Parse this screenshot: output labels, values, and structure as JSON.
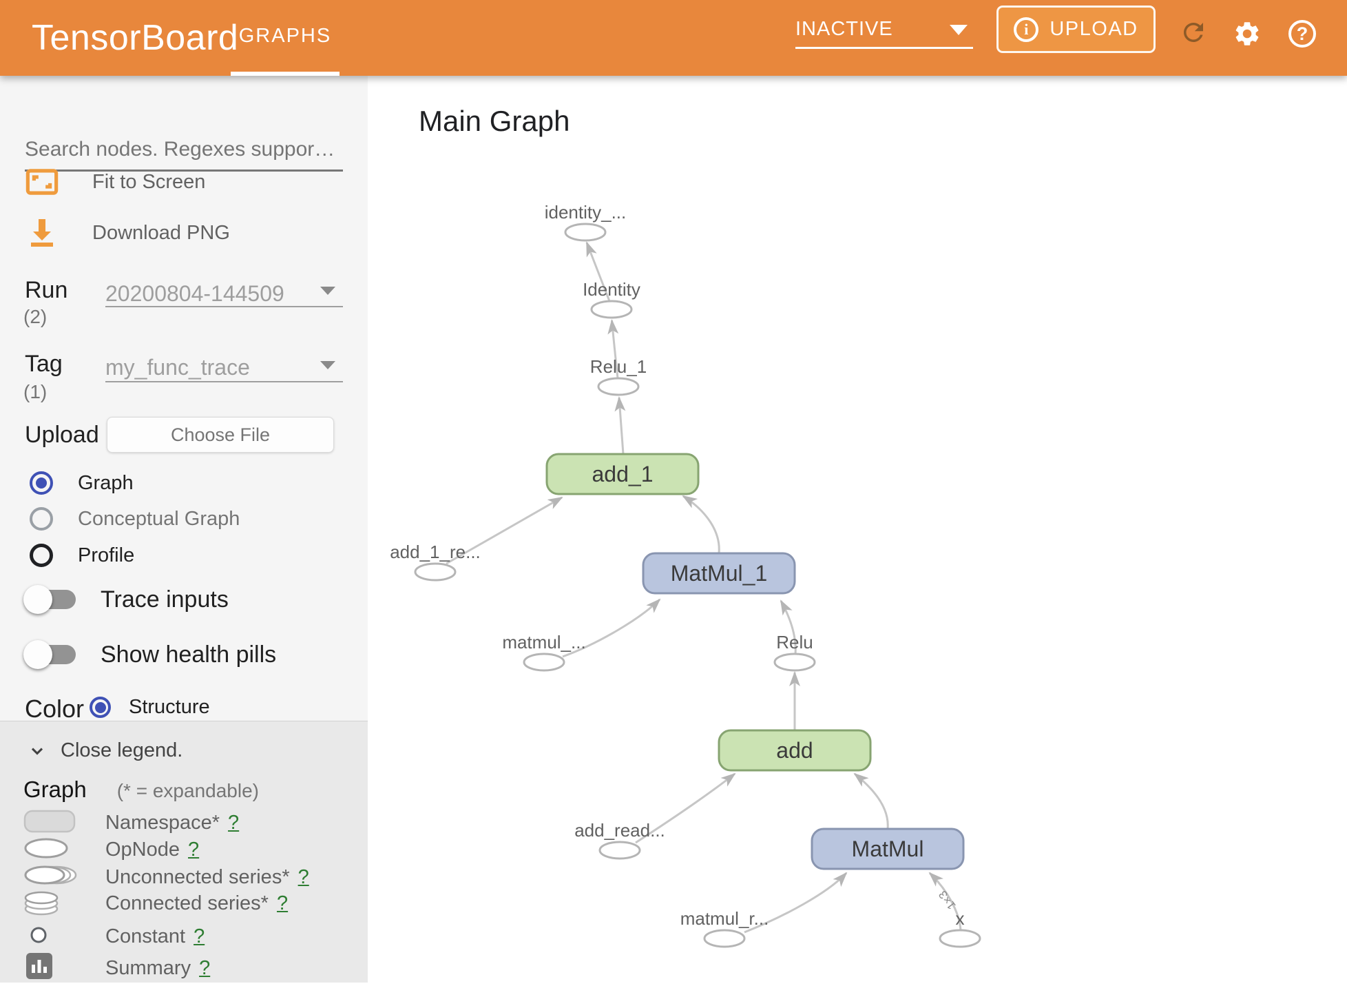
{
  "header": {
    "logo": "TensorBoard",
    "tab": "GRAPHS",
    "status": "INACTIVE",
    "upload_label": "UPLOAD"
  },
  "icons": {
    "info_glyph": "i",
    "help_glyph": "?"
  },
  "sidebar": {
    "search_placeholder": "Search nodes. Regexes suppor…",
    "fit_to_screen": "Fit to Screen",
    "download_png": "Download PNG",
    "run_label": "Run",
    "run_count": "(2)",
    "run_value": "20200804-144509",
    "tag_label": "Tag",
    "tag_count": "(1)",
    "tag_value": "my_func_trace",
    "upload_label": "Upload",
    "choose_file": "Choose File",
    "radios": [
      "Graph",
      "Conceptual Graph",
      "Profile"
    ],
    "trace_inputs": "Trace inputs",
    "show_health_pills": "Show health pills",
    "color_label": "Color",
    "color_option": "Structure"
  },
  "legend": {
    "close": "Close legend.",
    "heading": "Graph",
    "expandable_note": "(* = expandable)",
    "help_symbol": "?",
    "items": [
      {
        "label": "Namespace*"
      },
      {
        "label": "OpNode"
      },
      {
        "label": "Unconnected series*"
      },
      {
        "label": "Connected series*"
      },
      {
        "label": "Constant"
      },
      {
        "label": "Summary"
      }
    ]
  },
  "main": {
    "title": "Main Graph"
  },
  "graph": {
    "edge_shape_label": "1×3",
    "nodes": {
      "identity_out": {
        "label": "identity_..."
      },
      "identity": {
        "label": "Identity"
      },
      "relu_1": {
        "label": "Relu_1"
      },
      "add_1": {
        "label": "add_1"
      },
      "add_1_re": {
        "label": "add_1_re..."
      },
      "matmul_1_read": {
        "label": "matmul_..."
      },
      "relu": {
        "label": "Relu"
      },
      "add": {
        "label": "add"
      },
      "add_read": {
        "label": "add_read..."
      },
      "matmul_1": {
        "label": "MatMul_1"
      },
      "matmul": {
        "label": "MatMul"
      },
      "matmul_read": {
        "label": "matmul_r..."
      },
      "x": {
        "label": "x"
      }
    }
  },
  "colors": {
    "header_orange": "#e8873c",
    "upload_button_orange": "#ee9644",
    "refresh_icon_brown": "#8d5a28",
    "node_green_fill": "#cbe3b3",
    "node_green_border": "#87a471",
    "node_blue_fill": "#b9c5de",
    "node_blue_border": "#8995b0",
    "edge_gray": "#c6c6c6",
    "radio_selected_blue": "#3f51b5",
    "help_link_green": "#2e7d32"
  }
}
